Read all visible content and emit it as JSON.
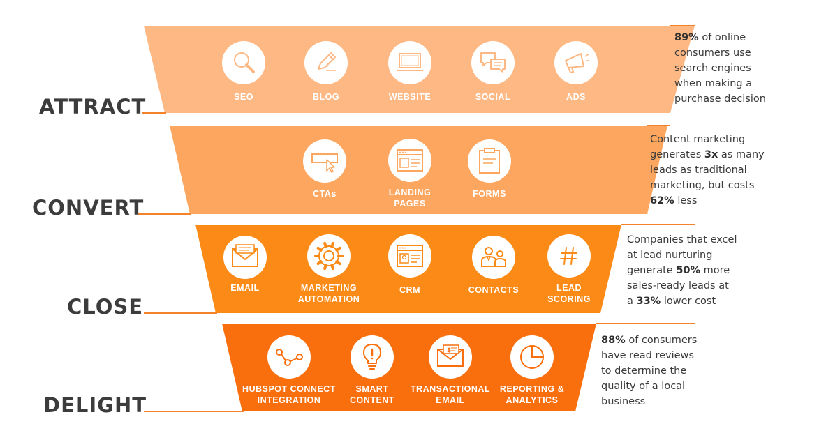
{
  "colors": {
    "attract": "#fdb884",
    "convert": "#fca65f",
    "close": "#fb8a16",
    "delight": "#f96f0d",
    "line": "#f4822a",
    "label": "#3c3c3c"
  },
  "stages": [
    {
      "name": "ATTRACT",
      "icons": [
        {
          "label": "SEO",
          "icon": "magnifier-icon"
        },
        {
          "label": "BLOG",
          "icon": "pencil-icon"
        },
        {
          "label": "WEBSITE",
          "icon": "monitor-icon"
        },
        {
          "label": "SOCIAL",
          "icon": "chat-bubbles-icon"
        },
        {
          "label": "ADS",
          "icon": "megaphone-icon"
        }
      ],
      "stat": [
        [
          {
            "b": "89%"
          },
          {
            "t": " of online"
          }
        ],
        [
          {
            "t": "consumers use"
          }
        ],
        [
          {
            "t": "search engines"
          }
        ],
        [
          {
            "t": "when making a"
          }
        ],
        [
          {
            "t": "purchase decision"
          }
        ]
      ]
    },
    {
      "name": "CONVERT",
      "icons": [
        {
          "label": "CTAs",
          "icon": "cursor-click-icon"
        },
        {
          "label": "LANDING\nPAGES",
          "icon": "browser-window-icon"
        },
        {
          "label": "FORMS",
          "icon": "clipboard-icon"
        }
      ],
      "stat": [
        [
          {
            "t": "Content marketing"
          }
        ],
        [
          {
            "t": "generates "
          },
          {
            "b": "3x"
          },
          {
            "t": " as many"
          }
        ],
        [
          {
            "t": "leads as traditional"
          }
        ],
        [
          {
            "t": "marketing, but costs"
          }
        ],
        [
          {
            "b": "62%"
          },
          {
            "t": " less"
          }
        ]
      ]
    },
    {
      "name": "CLOSE",
      "icons": [
        {
          "label": "EMAIL",
          "icon": "envelope-icon"
        },
        {
          "label": "MARKETING\nAUTOMATION",
          "icon": "gear-icon"
        },
        {
          "label": "CRM",
          "icon": "crm-window-icon"
        },
        {
          "label": "CONTACTS",
          "icon": "people-icon"
        },
        {
          "label": "LEAD\nSCORING",
          "icon": "hashtag-icon"
        }
      ],
      "stat": [
        [
          {
            "t": "Companies that excel"
          }
        ],
        [
          {
            "t": "at lead nurturing"
          }
        ],
        [
          {
            "t": "generate "
          },
          {
            "b": "50%"
          },
          {
            "t": " more"
          }
        ],
        [
          {
            "t": "sales-ready leads at"
          }
        ],
        [
          {
            "t": "a "
          },
          {
            "b": "33%"
          },
          {
            "t": " lower cost"
          }
        ]
      ]
    },
    {
      "name": "DELIGHT",
      "icons": [
        {
          "label": "HUBSPOT CONNECT\nINTEGRATION",
          "icon": "connect-nodes-icon"
        },
        {
          "label": "SMART\nCONTENT",
          "icon": "lightbulb-icon"
        },
        {
          "label": "TRANSACTIONAL\nEMAIL",
          "icon": "dollar-envelope-icon"
        },
        {
          "label": "REPORTING &\nANALYTICS",
          "icon": "pie-chart-icon"
        }
      ],
      "stat": [
        [
          {
            "b": "88%"
          },
          {
            "t": " of consumers"
          }
        ],
        [
          {
            "t": "have read reviews"
          }
        ],
        [
          {
            "t": "to determine the"
          }
        ],
        [
          {
            "t": "quality of a local"
          }
        ],
        [
          {
            "t": "business"
          }
        ]
      ]
    }
  ]
}
